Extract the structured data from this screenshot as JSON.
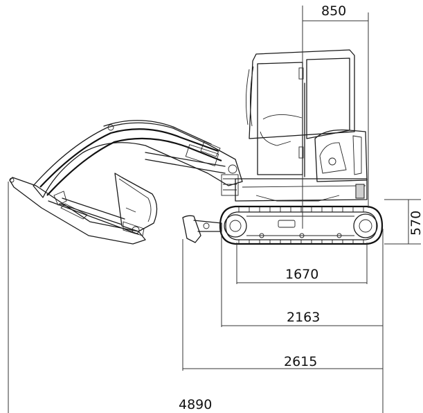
{
  "dimensions": {
    "cab_width": "850",
    "track_height": "570",
    "tumbler_distance": "1670",
    "track_length": "2163",
    "blade_to_track_end": "2615",
    "overall_length": "4890"
  }
}
